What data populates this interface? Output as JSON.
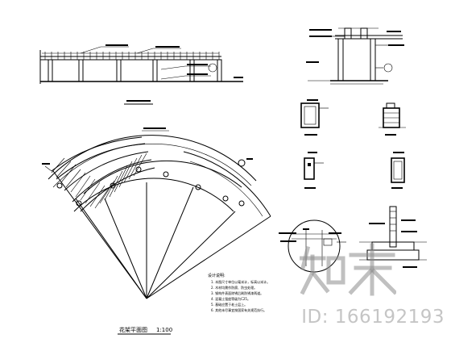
{
  "drawing": {
    "plan_title": "花架平面图",
    "plan_scale": "1:100",
    "notes_title": "设计说明:",
    "notes": [
      "1. 本图尺寸单位以毫米计，标高以米计。",
      "2. 木材均需作防腐、防虫处理。",
      "3. 钢构件表面除锈后刷防锈漆两道。",
      "4. 混凝土强度等级为C25。",
      "5. 基础应置于老土层上。",
      "6. 其他未尽事宜按国家有关规范执行。"
    ]
  },
  "watermark": {
    "logo_text": "知末",
    "id_text": "ID: 166192193"
  },
  "colors": {
    "line": "#000000",
    "watermark": "#999999"
  }
}
